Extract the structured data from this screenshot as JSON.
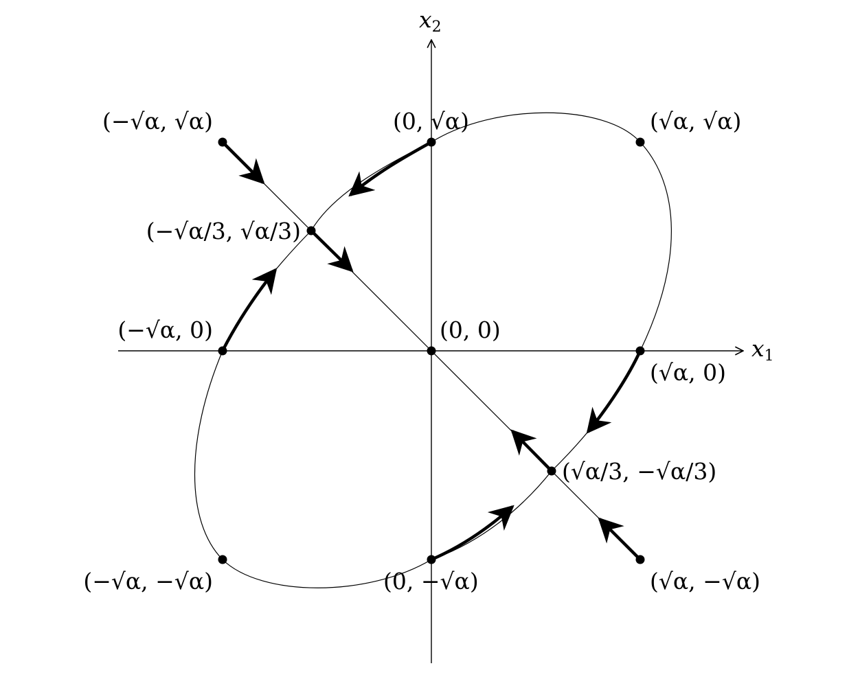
{
  "diagram": {
    "axes": {
      "x_label": "x",
      "x_sub": "1",
      "y_label": "x",
      "y_sub": "2"
    },
    "points": [
      {
        "id": "p-neg-a-pos-a",
        "label": "(−√α, √α)"
      },
      {
        "id": "p-zero-pos-a",
        "label": "(0, √α)"
      },
      {
        "id": "p-pos-a-pos-a",
        "label": "(√α, √α)"
      },
      {
        "id": "p-neg-a3-pos-a3",
        "label": "(−√α/3, √α/3)"
      },
      {
        "id": "p-neg-a-zero",
        "label": "(−√α, 0)"
      },
      {
        "id": "p-origin",
        "label": "(0, 0)"
      },
      {
        "id": "p-pos-a-zero",
        "label": "(√α, 0)"
      },
      {
        "id": "p-pos-a3-neg-a3",
        "label": "(√α/3, −√α/3)"
      },
      {
        "id": "p-neg-a-neg-a",
        "label": "(−√α, −√α)"
      },
      {
        "id": "p-zero-neg-a",
        "label": "(0, −√α)"
      },
      {
        "id": "p-pos-a-neg-a",
        "label": "(√α, −√α)"
      }
    ]
  }
}
